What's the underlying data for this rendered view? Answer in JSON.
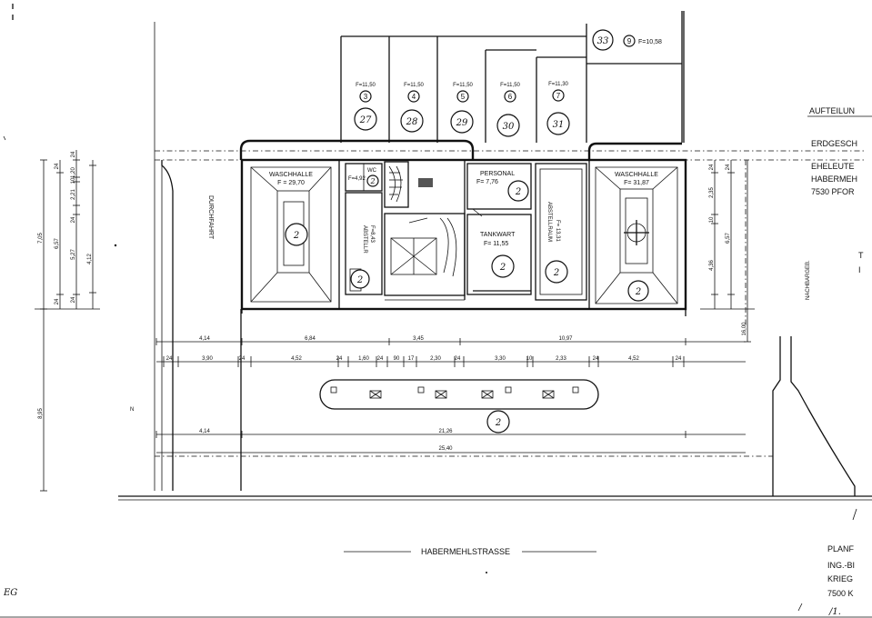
{
  "street_name": "HABERMEHLSTRASSE",
  "title_block": {
    "line1": "AUFTEILUN",
    "line2": "ERDGESCH",
    "line3": "EHELEUTE",
    "line4": "HABERMEH",
    "line5": "7530 PFOR",
    "side1": "T",
    "side2": "I",
    "footer1": "PLANF",
    "footer2": "ING.-BI",
    "footer3": "KRIEG",
    "footer4": "7500 K",
    "footer_sign": "/1.",
    "corner_mark": "EG"
  },
  "top_units": [
    {
      "area": "F=11,50",
      "no": "3",
      "unit": "27"
    },
    {
      "area": "F=11,50",
      "no": "4",
      "unit": "28"
    },
    {
      "area": "F=11,50",
      "no": "5",
      "unit": "29"
    },
    {
      "area": "F=11,50",
      "no": "6",
      "unit": "30"
    },
    {
      "area": "F=11,30",
      "no": "7",
      "unit": "31"
    }
  ],
  "corner_unit": {
    "unit": "33",
    "no": "9",
    "area": "F=10,58"
  },
  "rooms": {
    "waschhalle_left": {
      "name": "WASCHHALLE",
      "area": "F = 29,70",
      "unit": "2"
    },
    "waschhalle_right": {
      "name": "WASCHHALLE",
      "area": "F= 31,87",
      "unit": "2"
    },
    "wc": {
      "name": "WC",
      "area": "F=4,92",
      "unit": "2"
    },
    "abstellr": {
      "name": "ABSTELLR",
      "area": "F=8,43",
      "unit": "2"
    },
    "personal": {
      "name": "PERSONAL",
      "area": "F= 7,76",
      "unit": "2"
    },
    "tankwart": {
      "name": "TANKWART",
      "area": "F= 11,55",
      "unit": "2"
    },
    "abstellraum": {
      "name": "ABSTELLRAUM",
      "area": "F= 13,31",
      "unit": "2"
    },
    "durchfahrt": "DURCHFAHRT",
    "nachbargeb": "NACHBARGEB.",
    "forecourt_unit": "2",
    "north_mark": "N"
  },
  "dims": {
    "row1": [
      "4,14",
      "6,84",
      "3,45",
      "10,97"
    ],
    "row2": [
      "24",
      "3,90",
      "24",
      "4,52",
      "24",
      "1,60",
      "24",
      "90",
      "17",
      "2,30",
      "24",
      "3,30",
      "10",
      "2,33",
      "24",
      "4,52",
      "24"
    ],
    "row3": [
      "4,14",
      "21,26"
    ],
    "row4": "25,40",
    "left_outer": [
      "7,05",
      "8,95"
    ],
    "left_inner_a": "6,57",
    "left_inner_b": [
      "24",
      "1,20",
      "10",
      "2,21",
      "24",
      "5,27",
      "4,12",
      "24",
      "24",
      "24"
    ],
    "right_inner": [
      "24",
      "2,35",
      "10",
      "6,57",
      "4,36",
      "24"
    ],
    "right_outer": "16,00"
  }
}
